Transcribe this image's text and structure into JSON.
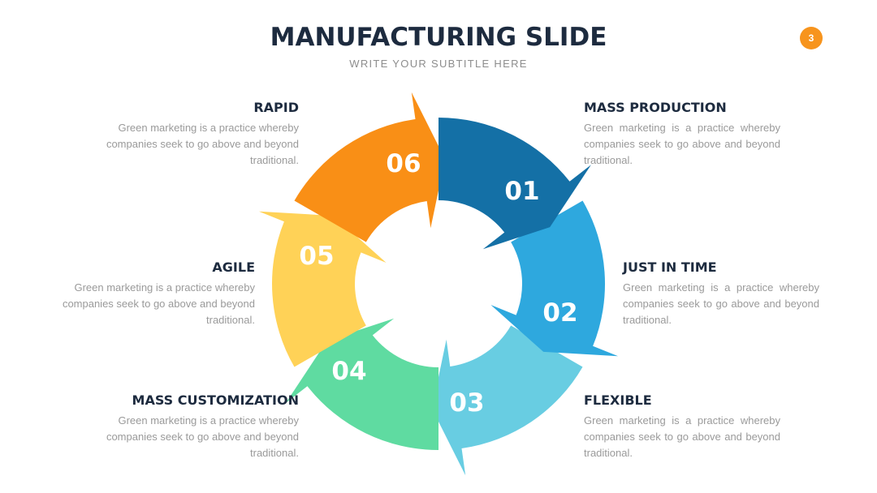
{
  "slide": {
    "title": "MANUFACTURING SLIDE",
    "subtitle": "WRITE YOUR SUBTITLE HERE",
    "page_number": "3"
  },
  "segments": [
    {
      "number": "01",
      "color": "#1470a6"
    },
    {
      "number": "02",
      "color": "#2ea8de"
    },
    {
      "number": "03",
      "color": "#68cde2"
    },
    {
      "number": "04",
      "color": "#5fdba1"
    },
    {
      "number": "05",
      "color": "#ffd257"
    },
    {
      "number": "06",
      "color": "#f98f16"
    }
  ],
  "blocks": {
    "rapid": {
      "title": "RAPID",
      "text": "Green marketing is a practice whereby companies seek to go above and beyond traditional."
    },
    "agile": {
      "title": "AGILE",
      "text": "Green marketing is a practice whereby companies seek to go above and beyond traditional."
    },
    "mass_customization": {
      "title": "MASS CUSTOMIZATION",
      "text": "Green marketing is a practice whereby companies seek to go above and beyond traditional."
    },
    "mass_production": {
      "title": "MASS PRODUCTION",
      "text": "Green marketing is a practice whereby companies seek to go above and beyond traditional."
    },
    "just_in_time": {
      "title": "JUST IN TIME",
      "text": "Green marketing is a practice whereby companies seek to go above and beyond traditional."
    },
    "flexible": {
      "title": "FLEXIBLE",
      "text": "Green marketing is a practice whereby companies seek to go above and beyond traditional."
    }
  }
}
